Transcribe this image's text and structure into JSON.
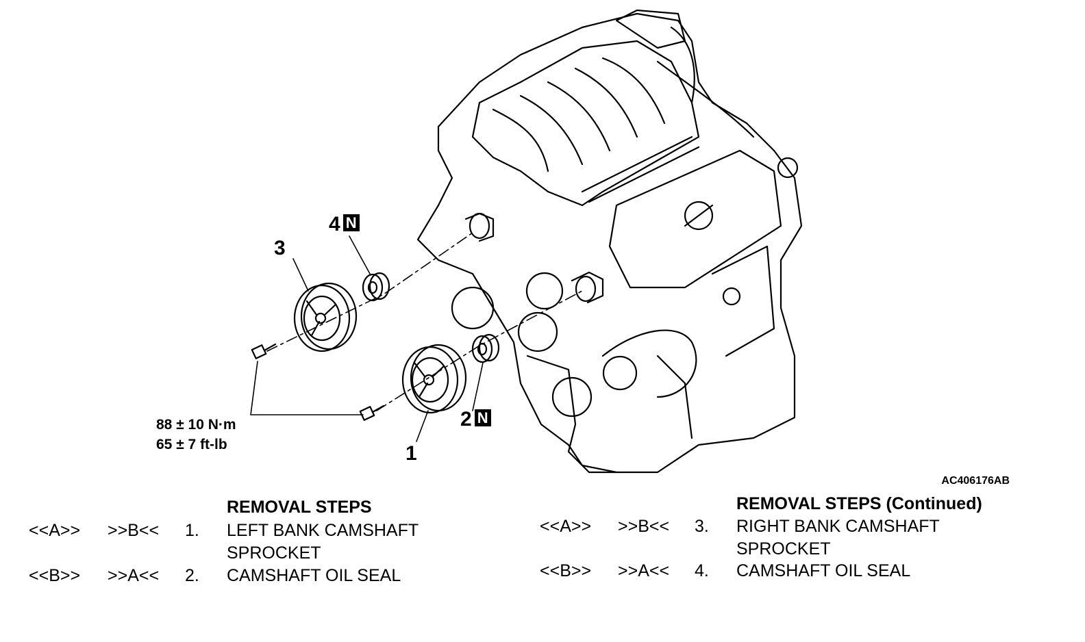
{
  "callouts": {
    "c1": "1",
    "c2": "2",
    "c3": "3",
    "c4": "4",
    "new_part_badge": "N"
  },
  "torque": {
    "metric": "88 ± 10 N·m",
    "imperial": "65 ± 7 ft-lb"
  },
  "figure_id": "AC406176AB",
  "left_steps": {
    "heading": "REMOVAL STEPS",
    "rows": [
      {
        "removal": "<<A>>",
        "install": ">>B<<",
        "num": "1.",
        "lines": [
          "LEFT BANK CAMSHAFT",
          "SPROCKET"
        ]
      },
      {
        "removal": "<<B>>",
        "install": ">>A<<",
        "num": "2.",
        "lines": [
          "CAMSHAFT OIL SEAL"
        ]
      }
    ]
  },
  "right_steps": {
    "heading": "REMOVAL STEPS (Continued)",
    "rows": [
      {
        "removal": "<<A>>",
        "install": ">>B<<",
        "num": "3.",
        "lines": [
          "RIGHT BANK CAMSHAFT",
          "SPROCKET"
        ]
      },
      {
        "removal": "<<B>>",
        "install": ">>A<<",
        "num": "4.",
        "lines": [
          "CAMSHAFT OIL SEAL"
        ]
      }
    ]
  }
}
